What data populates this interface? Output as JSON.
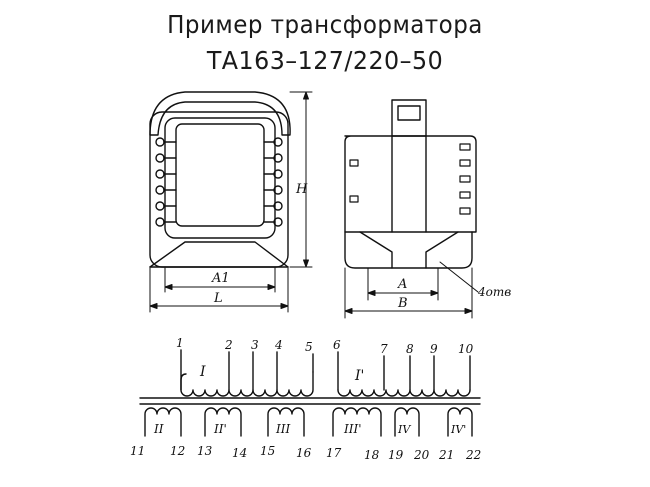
{
  "title": {
    "line1": "Пример трансформатора",
    "line2": "ТА163–127/220–50"
  },
  "front_view": {
    "dim_a1": "A1",
    "dim_l": "L",
    "dim_h": "H"
  },
  "side_view": {
    "dim_a": "A",
    "dim_b": "B",
    "holes_note": "4отв"
  },
  "primary_terminals": [
    "1",
    "2",
    "3",
    "4",
    "5",
    "6",
    "7",
    "8",
    "9",
    "10"
  ],
  "primary_windings": [
    "I",
    "I'"
  ],
  "secondary_terminals": [
    "11",
    "12",
    "13",
    "14",
    "15",
    "16",
    "17",
    "18",
    "19",
    "20",
    "21",
    "22"
  ],
  "secondary_windings": [
    "II",
    "II'",
    "III",
    "III'",
    "IV",
    "IV'"
  ],
  "colors": {
    "ink": "#111111",
    "paper": "#ffffff"
  }
}
